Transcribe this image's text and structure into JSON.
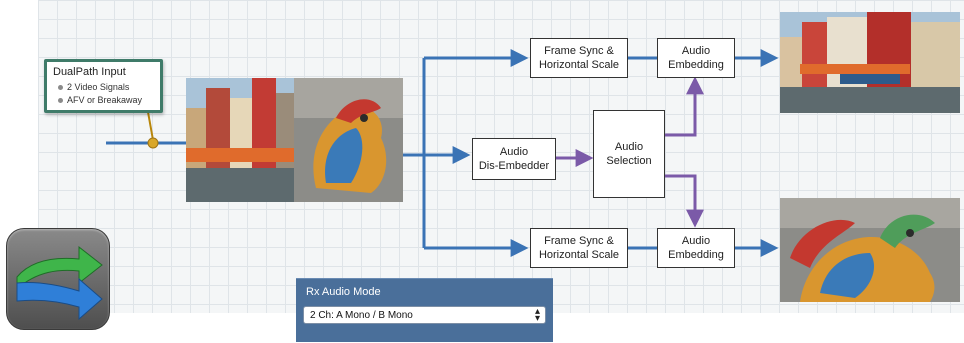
{
  "callout": {
    "title": "DualPath Input",
    "items": [
      "2 Video Signals",
      "AFV or Breakaway"
    ]
  },
  "blocks": {
    "frame_sync_top": [
      "Frame Sync &",
      "Horizontal Scale"
    ],
    "frame_sync_bottom": [
      "Frame Sync &",
      "Horizontal Scale"
    ],
    "audio_embed_top": [
      "Audio",
      "Embedding"
    ],
    "audio_embed_bottom": [
      "Audio",
      "Embedding"
    ],
    "audio_disembedder": [
      "Audio",
      "Dis-Embedder"
    ],
    "audio_selection": [
      "Audio",
      "Selection"
    ]
  },
  "rx_audio": {
    "label": "Rx Audio Mode",
    "selected": "2 Ch: A Mono / B Mono"
  },
  "colors": {
    "video_line": "#3a73b5",
    "audio_line": "#7b5aa8",
    "callout_border": "#3f7b69",
    "panel_bg": "#4a6f9a"
  },
  "icons": [
    "dualpath-arrows-icon",
    "venice-canal-photo",
    "dragon-sculpture-photo"
  ]
}
